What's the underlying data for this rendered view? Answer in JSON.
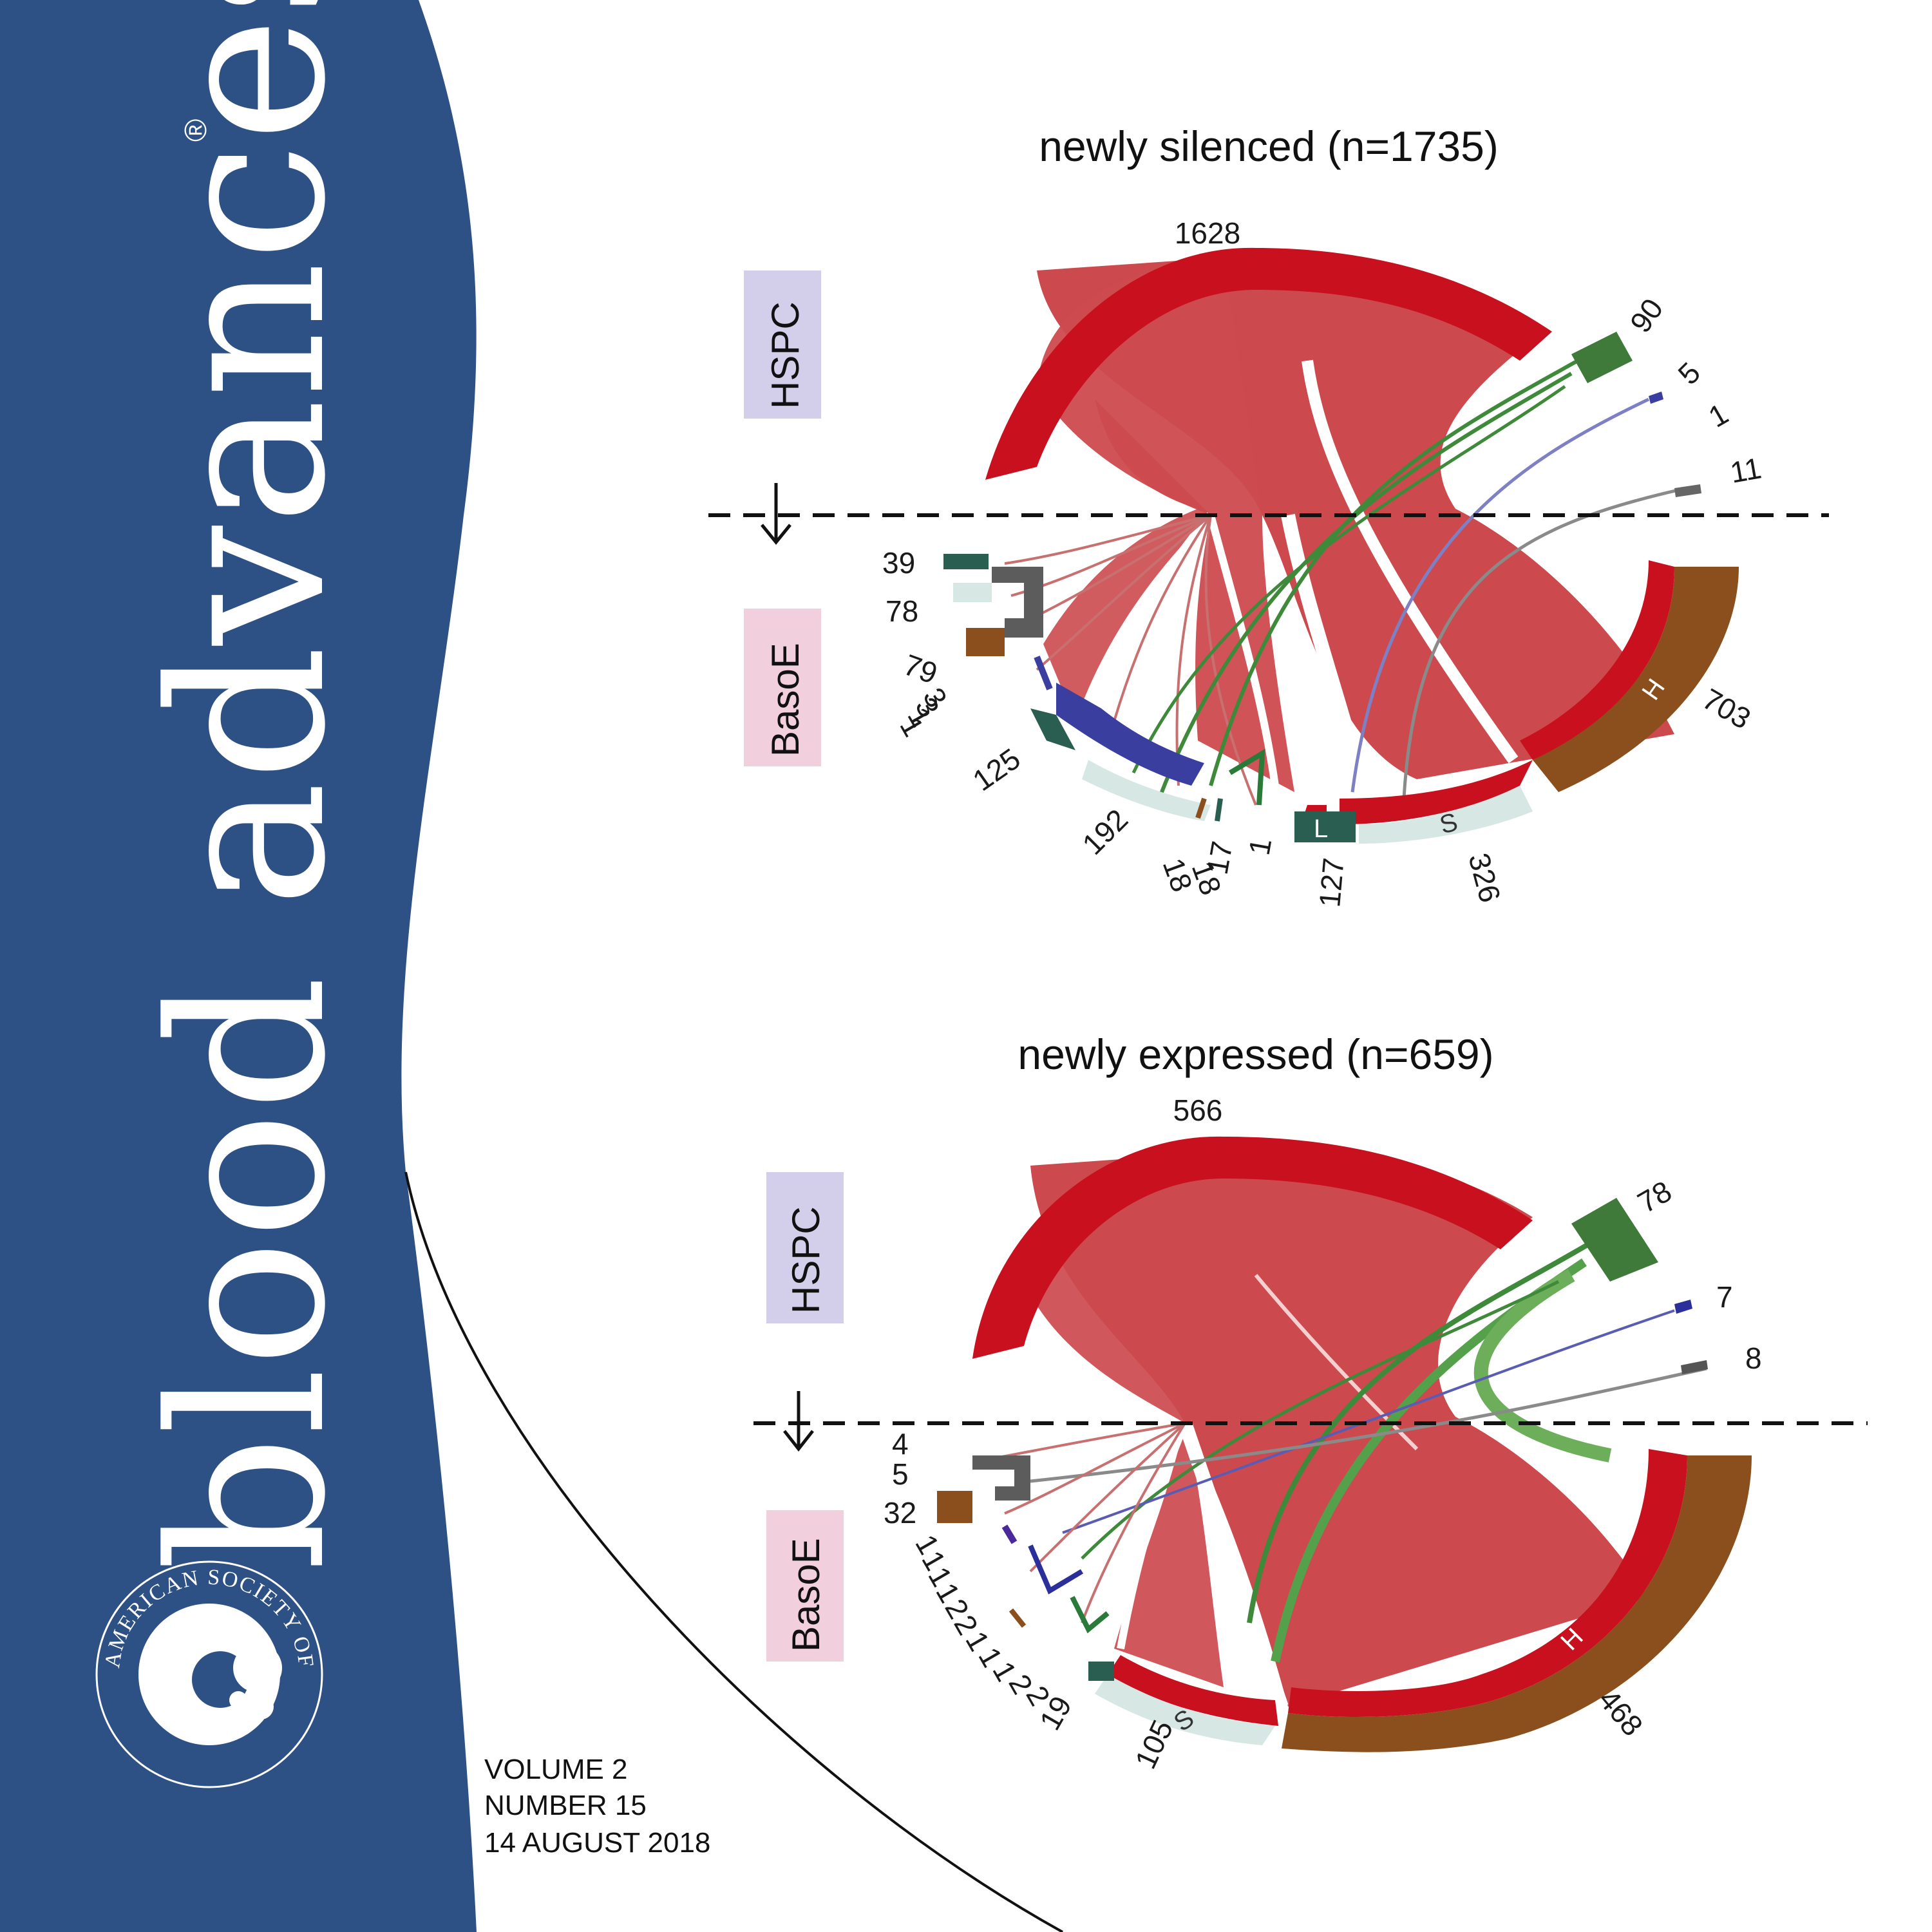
{
  "journal": {
    "title": "blood advances",
    "registered_mark": "®",
    "society_text": "AMERICAN SOCIETY OF HEMATOLOGY",
    "brand_color": "#2e5185"
  },
  "issue": {
    "volume": "VOLUME 2",
    "number": "NUMBER 15",
    "date": "14 AUGUST 2018"
  },
  "colors": {
    "hspc_box": "#d3cfeb",
    "basoe_box": "#f1cfdd",
    "main_red": "#c8101e",
    "chord_red": "#cc4a4e",
    "brown": "#8a4f1d",
    "light_teal": "#d7e7e4",
    "dark_teal": "#2a5e50",
    "blue": "#3a3f9f",
    "green": "#3f8a3a",
    "gray": "#5c5c5c"
  },
  "chart_data": [
    {
      "type": "chord",
      "title": "newly silenced (n=1735)",
      "top_group": "HSPC",
      "bottom_group": "BasoE",
      "top_arc_labels": [
        "1628",
        "90",
        "5",
        "1",
        "11"
      ],
      "bottom_arc_labels": [
        "39",
        "78",
        "79",
        "3",
        "3",
        "1",
        "1",
        "125",
        "192",
        "18",
        "18",
        "17",
        "1",
        "127",
        "326",
        "703"
      ],
      "segment_letters": [
        "H",
        "S",
        "L"
      ]
    },
    {
      "type": "chord",
      "title": "newly expressed (n=659)",
      "top_group": "HSPC",
      "bottom_group": "BasoE",
      "top_arc_labels": [
        "566",
        "78",
        "7",
        "8"
      ],
      "bottom_arc_labels": [
        "4",
        "5",
        "32",
        "1",
        "1",
        "1",
        "1",
        "2",
        "2",
        "1",
        "1",
        "1",
        "2",
        "2",
        "19",
        "105",
        "468"
      ],
      "segment_letters": [
        "H",
        "S"
      ]
    }
  ]
}
